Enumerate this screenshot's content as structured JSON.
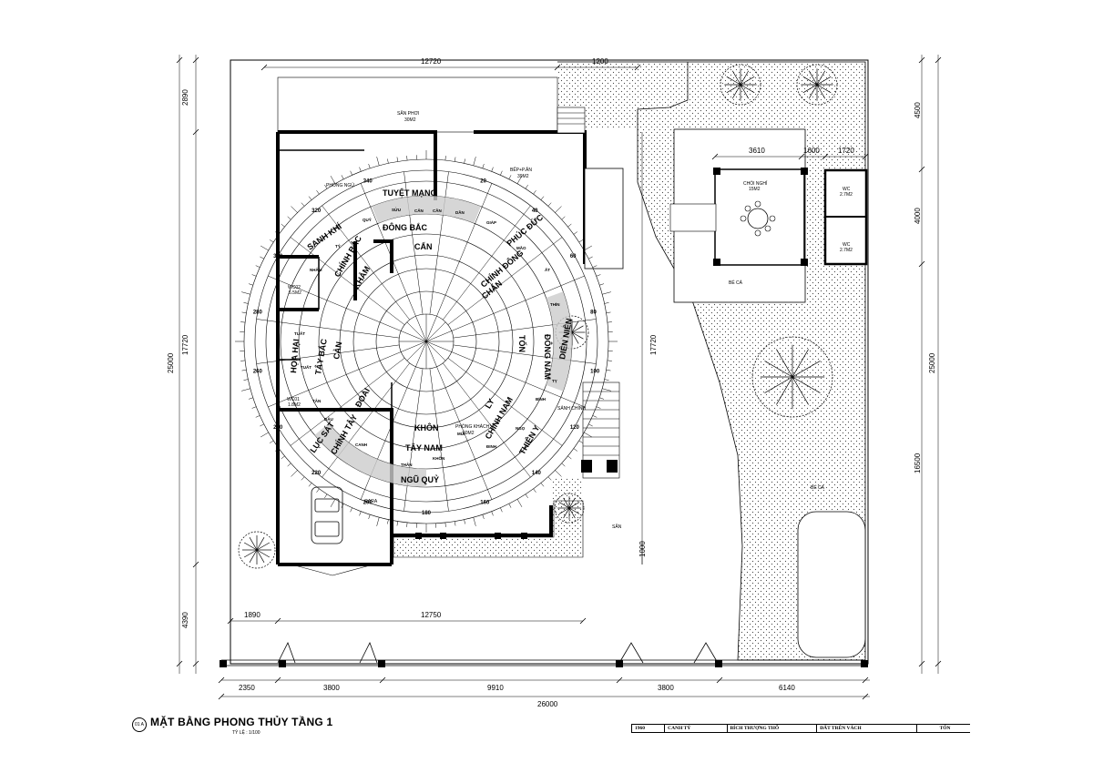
{
  "drawing": {
    "title": "MẶT BẰNG PHONG THỦY TẦNG 1",
    "scale": "TỶ LỆ : 1/100",
    "mark": "01 A"
  },
  "info_strip": [
    "1960",
    "CANH TÝ",
    "BÍCH THƯỢNG THỔ",
    "ĐẤT TRÊN VÁCH",
    "TỐN"
  ],
  "dimensions": {
    "top": [
      "12720",
      "1200"
    ],
    "pavilion": [
      "3610",
      "1600",
      "1720"
    ],
    "mid_bottom": [
      "1890",
      "12750"
    ],
    "bottom_row": [
      "2350",
      "3800",
      "9910",
      "3800",
      "6140"
    ],
    "bottom_total": "26000",
    "left_parts": [
      "2890",
      "17720",
      "4390"
    ],
    "left_total": "25000",
    "right_parts": [
      "4500",
      "4000",
      "16500"
    ],
    "right_total": "25000",
    "house_right": "17720",
    "small": "1000"
  },
  "rooms": {
    "san_phoi": "SÂN PHƠI",
    "san_phoi_area": "30M2",
    "bep": "BẾP+P.ĂN",
    "bep_area": "39M2",
    "phong_ngu": "PHÒNG NGỦ",
    "wc02": "WC02",
    "wc02_area": "5.5M2",
    "wc01": "WC01",
    "wc01_area": "1.8M2",
    "phong_khach": "PHÒNG KHÁCH",
    "phong_khach_area": "60M2",
    "sanh_chinh": "SẢNH CHÍNH",
    "gara": "GARA",
    "san": "SÂN",
    "choi_nghi": "CHÒI NGHỈ",
    "choi_nghi_area": "15M2",
    "wc_a": "WC",
    "wc_a_area": "2.7M2",
    "wc_b": "WC",
    "wc_b_area": "2.7M2",
    "be_ca_1": "BỂ CÁ",
    "be_ca_2": "BỂ CÁ"
  },
  "compass": {
    "big_labels": [
      "TUYỆT MẠNG",
      "ĐÔNG BẮC",
      "CẤN",
      "PHÚC ĐỨC",
      "CHÍNH ĐÔNG",
      "CHẤN",
      "ĐÔNG NAM",
      "TỐN",
      "CHÍNH NAM",
      "LY",
      "TÂY NAM",
      "KHÔN",
      "NGŨ QUỶ",
      "TÂY BẮC",
      "CÀN",
      "CHÍNH BẮC",
      "KHẢM",
      "SANH KHÍ",
      "CHÍNH TÂY",
      "ĐOÀI",
      "LỤC SÁT",
      "THIÊN Y",
      "DIÊN NIÊN",
      "HỌA HẠI"
    ],
    "small_labels": [
      "SỬU",
      "QUÝ",
      "CẦN",
      "DẦN",
      "GIÁP",
      "MÃO",
      "ẤT",
      "THÌN",
      "TỴ",
      "BÍNH",
      "NGỌ",
      "ĐINH",
      "MÙI",
      "THÂN",
      "CANH",
      "DẬU",
      "TÂN",
      "TUẤT",
      "NHÂM",
      "TÝ",
      "CẤN",
      "KHÔN",
      "TUẤT"
    ],
    "angles": [
      "20",
      "40",
      "60",
      "80",
      "100",
      "120",
      "140",
      "160",
      "180",
      "200",
      "220",
      "240",
      "260",
      "280",
      "300",
      "320",
      "340"
    ]
  }
}
